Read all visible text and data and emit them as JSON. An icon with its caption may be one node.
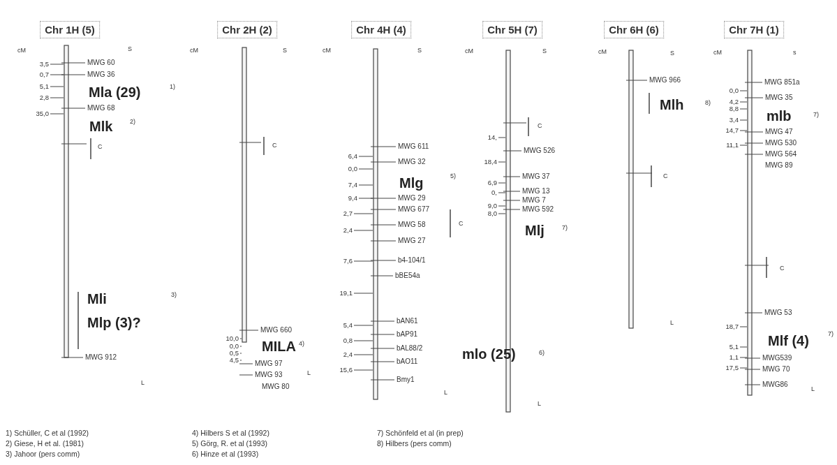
{
  "diagram": {
    "nodes": [
      {
        "text": [
          "Chr 1H (5)"
        ]
      },
      {
        "text": [
          "Chr 2H (2)"
        ]
      },
      {
        "text": [
          "Chr 4H (4)"
        ]
      },
      {
        "text": [
          "Chr 5H (7)"
        ]
      },
      {
        "text": [
          "Chr 6H (6)"
        ]
      },
      {
        "text": [
          "Chr 7H (1)"
        ]
      }
    ],
    "labels": [
      "cM",
      "S",
      "3,5",
      "0,7",
      "5,1",
      "2,8",
      "35,0",
      "MWG 60",
      "MWG 36",
      "Mla (29)",
      "1)",
      "MWG 68",
      "Mlk",
      "2)",
      "C",
      "Mli",
      "Mlp (3)?",
      "3)",
      "MWG 912",
      "L",
      "cM",
      "S",
      "C",
      "MWG 660",
      "10,0",
      "0,0",
      "0,5",
      "4,5",
      "MILA",
      "4)",
      "MWG 97",
      "MWG 93",
      "L",
      "MWG 80",
      "cM",
      "S",
      "MWG 611",
      "6,4",
      "MWG 32",
      "0,0",
      "Mlg",
      "5)",
      "7,4",
      "9,4",
      "MWG 29",
      "2,7",
      "MWG 677",
      "2,4",
      "MWG 58",
      "C",
      "MWG 27",
      "7,6",
      "b4-104/1",
      "bBE54a",
      "19,1",
      "bAN61",
      "5,4",
      "bAP91",
      "0,8",
      "bAL88/2",
      "2,4",
      "bAO11",
      "15,6",
      "Bmy1",
      "L",
      "cM",
      "S",
      "C",
      "14,",
      "MWG 526",
      "18,4",
      "MWG 37",
      "6,9",
      "MWG 13",
      "0,",
      "MWG 7",
      "9,0",
      "MWG 592",
      "8,0",
      "Mlj",
      "7)",
      "mlo (25)",
      "6)",
      "L",
      "cM",
      "S",
      "MWG 966",
      "Mlh",
      "8)",
      "C",
      "L",
      "cM",
      "s",
      "MWG 851a",
      "0,0",
      "MWG 35",
      "4,2",
      "8,8",
      "mlb",
      "7)",
      "3,4",
      "14,7",
      "MWG 47",
      "MWG 530",
      "11,1",
      "MWG 564",
      "MWG 89",
      "C",
      "MWG 53",
      "18,7",
      "Mlf (4)",
      "7)",
      "5,1",
      "1,1",
      "MWG539",
      "17,5",
      "MWG 70",
      "MWG86",
      "L",
      "1) Schüller, C et al (1992)",
      "2) Giese, H et al. (1981)",
      "3) Jahoor (pers comm)",
      "4) Hilbers S et al (1992)",
      "5) Görg, R. et al (1993)",
      "6) Hinze et al (1993)",
      "7) Schönfeld et al (in prep)",
      "8) Hilbers (pers comm)"
    ]
  }
}
